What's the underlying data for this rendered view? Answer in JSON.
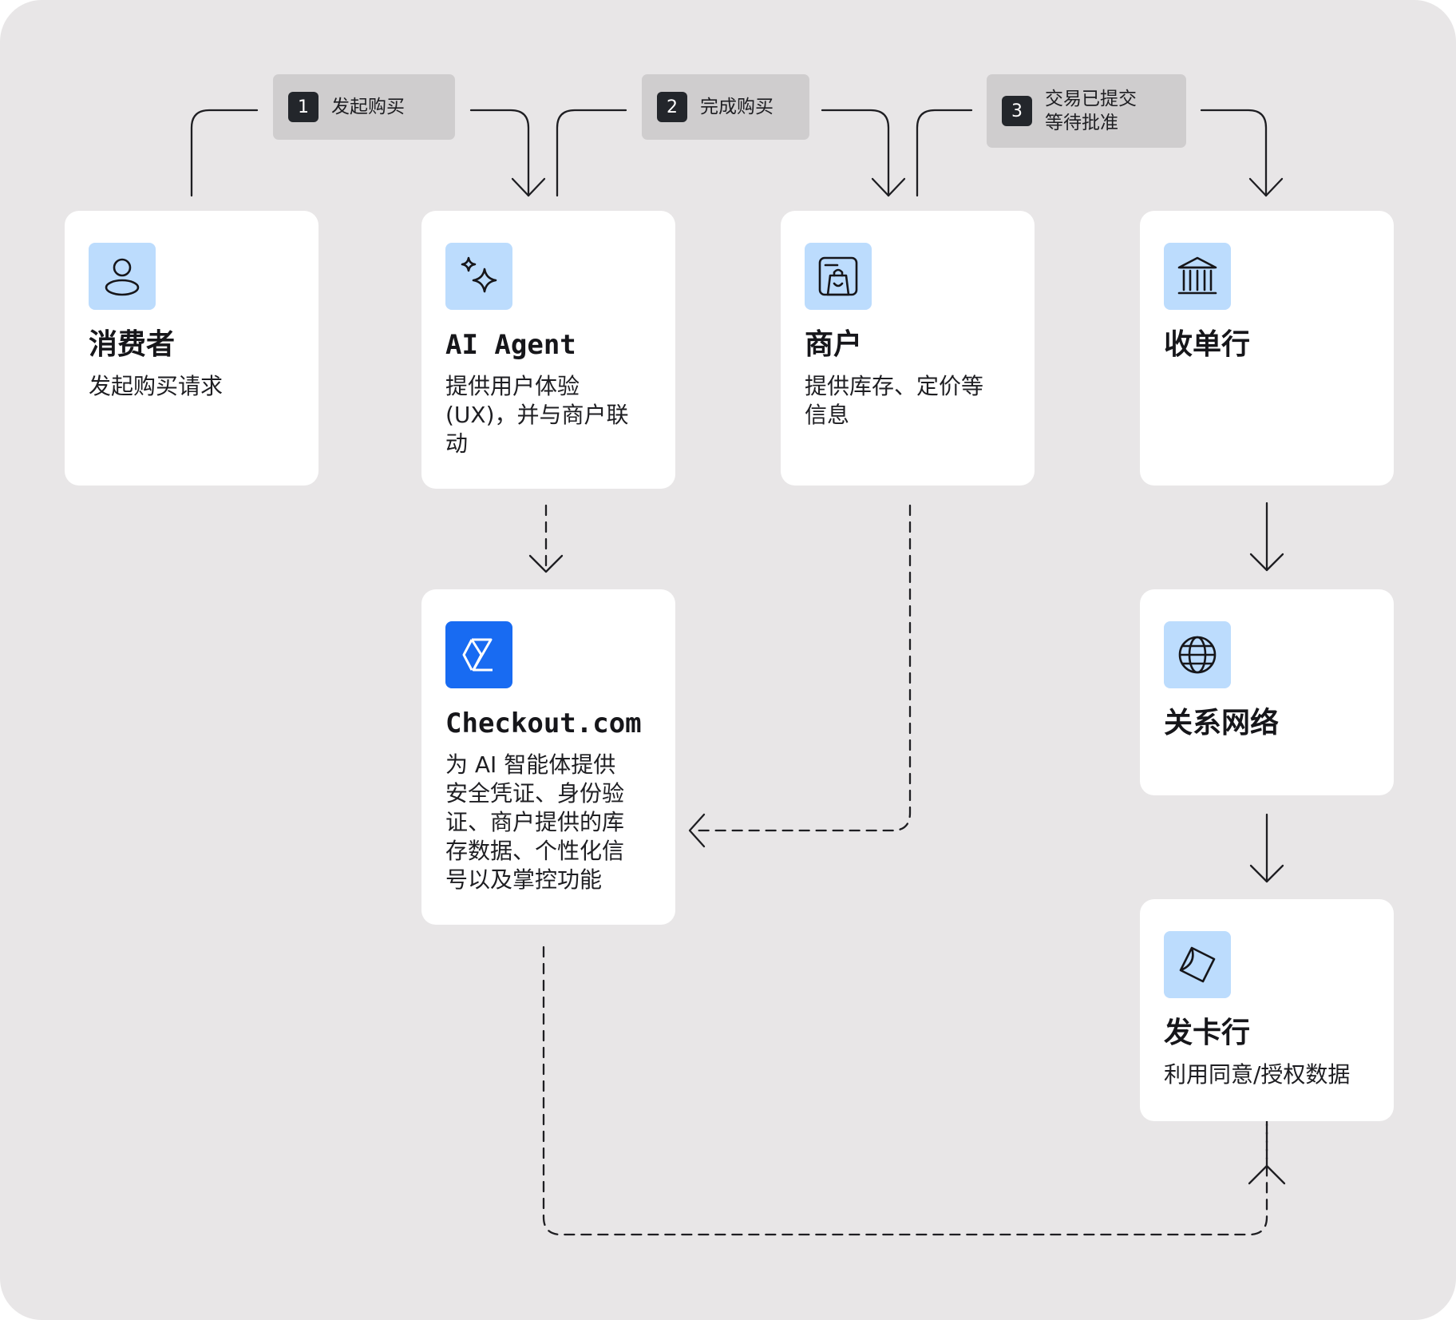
{
  "steps": [
    {
      "num": "1",
      "label": "发起购买"
    },
    {
      "num": "2",
      "label": "完成购买"
    },
    {
      "num": "3",
      "label": "交易已提交\n等待批准"
    }
  ],
  "nodes": {
    "consumer": {
      "icon": "person-icon",
      "title": "消费者",
      "desc": "发起购买请求"
    },
    "ai_agent": {
      "icon": "sparkle-icon",
      "title": "AI Agent",
      "desc": "提供用户体验\n(UX)，并与商户联\n动"
    },
    "merchant": {
      "icon": "shopping-bag-icon",
      "title": "商户",
      "desc": "提供库存、定价等\n信息"
    },
    "acquirer": {
      "icon": "bank-icon",
      "title": "收单行",
      "desc": ""
    },
    "checkout": {
      "icon": "checkout-logo-icon",
      "title": "Checkout.com",
      "desc": "为 AI 智能体提供\n安全凭证、身份验\n证、商户提供的库\n存数据、个性化信\n号以及掌控功能"
    },
    "network": {
      "icon": "globe-icon",
      "title": "关系网络",
      "desc": ""
    },
    "issuer": {
      "icon": "card-icon",
      "title": "发卡行",
      "desc": "利用同意/授权数据"
    }
  },
  "colors": {
    "background": "#e8e6e7",
    "card": "#ffffff",
    "icon_tile": "#bcdcfd",
    "brand": "#186bf2",
    "step_tag": "#cfcdce",
    "step_number": "#23262b",
    "line": "#1e1e22"
  }
}
